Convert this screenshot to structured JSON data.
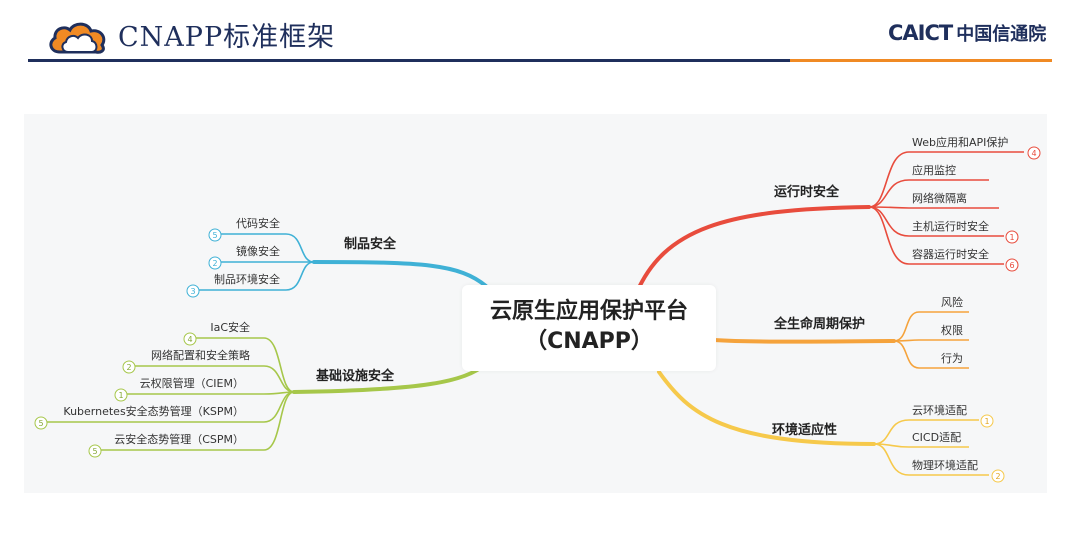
{
  "header": {
    "title": "CNAPP标准框架",
    "logo": {
      "en": "CAICT",
      "cn": "中国信通院"
    }
  },
  "colors": {
    "navy": "#1f2f5c",
    "orange": "#f08a24",
    "red": "#e84c3d",
    "amber": "#f5a33c",
    "yellow": "#f6c94b",
    "blue": "#3fb1d6",
    "green": "#a6c74a"
  },
  "center": {
    "line1": "云原生应用保护平台",
    "line2": "（CNAPP）"
  },
  "branches": {
    "runtime": {
      "label": "运行时安全",
      "items": [
        {
          "label": "Web应用和API保护",
          "badge": "4"
        },
        {
          "label": "应用监控",
          "badge": ""
        },
        {
          "label": "网络微隔离",
          "badge": ""
        },
        {
          "label": "主机运行时安全",
          "badge": "1"
        },
        {
          "label": "容器运行时安全",
          "badge": "6"
        }
      ]
    },
    "lifecycle": {
      "label": "全生命周期保护",
      "items": [
        {
          "label": "风险"
        },
        {
          "label": "权限"
        },
        {
          "label": "行为"
        }
      ]
    },
    "env": {
      "label": "环境适应性",
      "items": [
        {
          "label": "云环境适配",
          "badge": "1"
        },
        {
          "label": "CICD适配",
          "badge": ""
        },
        {
          "label": "物理环境适配",
          "badge": "2"
        }
      ]
    },
    "artifact": {
      "label": "制品安全",
      "items": [
        {
          "label": "代码安全",
          "badge": "5"
        },
        {
          "label": "镜像安全",
          "badge": "2"
        },
        {
          "label": "制品环境安全",
          "badge": "3"
        }
      ]
    },
    "infra": {
      "label": "基础设施安全",
      "items": [
        {
          "label": "IaC安全",
          "badge": "4"
        },
        {
          "label": "网络配置和安全策略",
          "badge": "2"
        },
        {
          "label": "云权限管理（CIEM）",
          "badge": "1"
        },
        {
          "label": "Kubernetes安全态势管理（KSPM）",
          "badge": "5"
        },
        {
          "label": "云安全态势管理（CSPM）",
          "badge": "5"
        }
      ]
    }
  }
}
